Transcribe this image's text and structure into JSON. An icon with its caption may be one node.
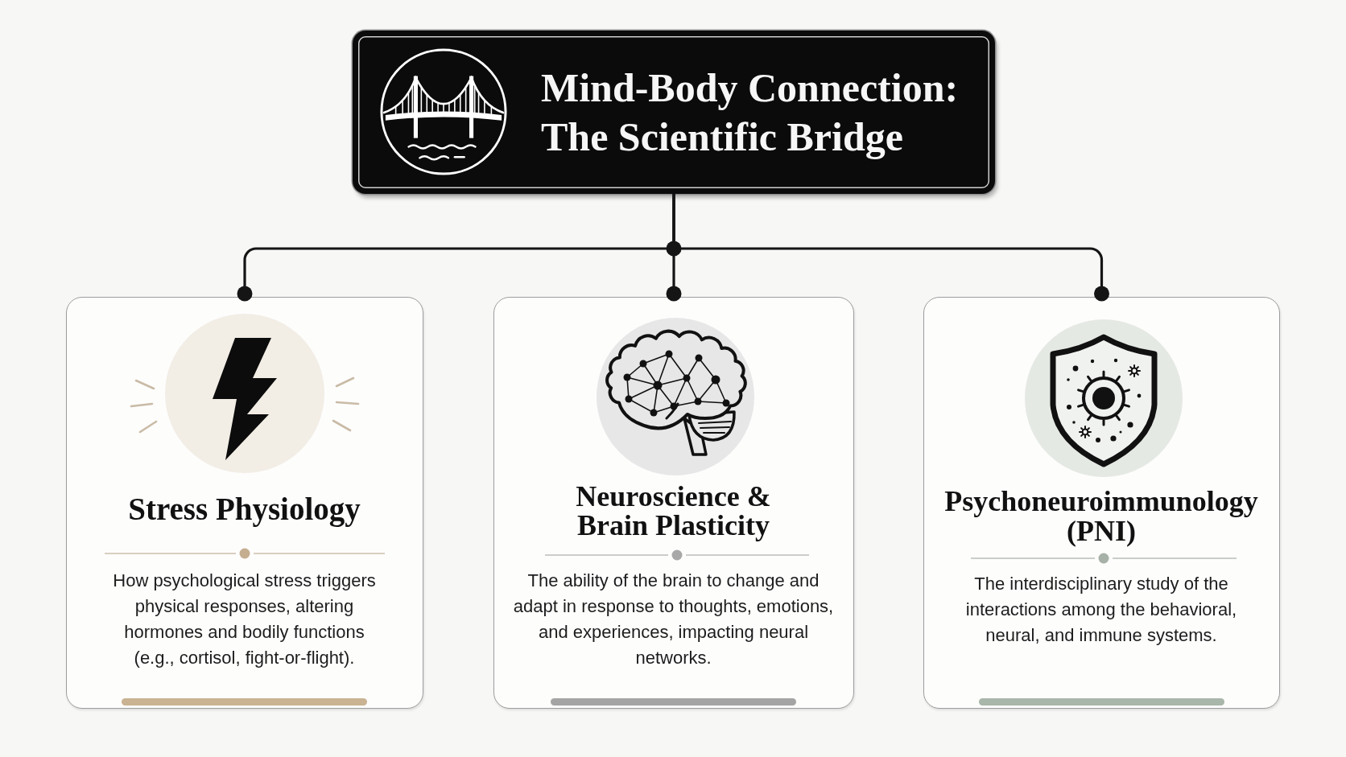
{
  "diagram": {
    "nodes": [
      {
        "text": [
          "Mind-Body Connection: The Scientific Bridge"
        ]
      },
      {
        "text": [
          "Stress Physiology",
          "How psychological stress triggers physical responses, altering hormones and bodily functions (e.g., cortisol, fight-or-flight)."
        ]
      },
      {
        "text": [
          "Neuroscience & Brain Plasticity",
          "The ability of the brain to change and adapt in response to thoughts, emotions, and experiences, impacting neural networks."
        ]
      },
      {
        "text": [
          "Psychoneuroimmunology (PNI)",
          "The interdisciplinary study of the interactions among the behavioral, neural, and immune systems."
        ]
      }
    ],
    "edges": [
      {
        "from": 0,
        "to": 1,
        "arrow": "other"
      },
      {
        "from": 0,
        "to": 2,
        "arrow": "other"
      },
      {
        "from": 0,
        "to": 3,
        "arrow": "other"
      }
    ]
  }
}
